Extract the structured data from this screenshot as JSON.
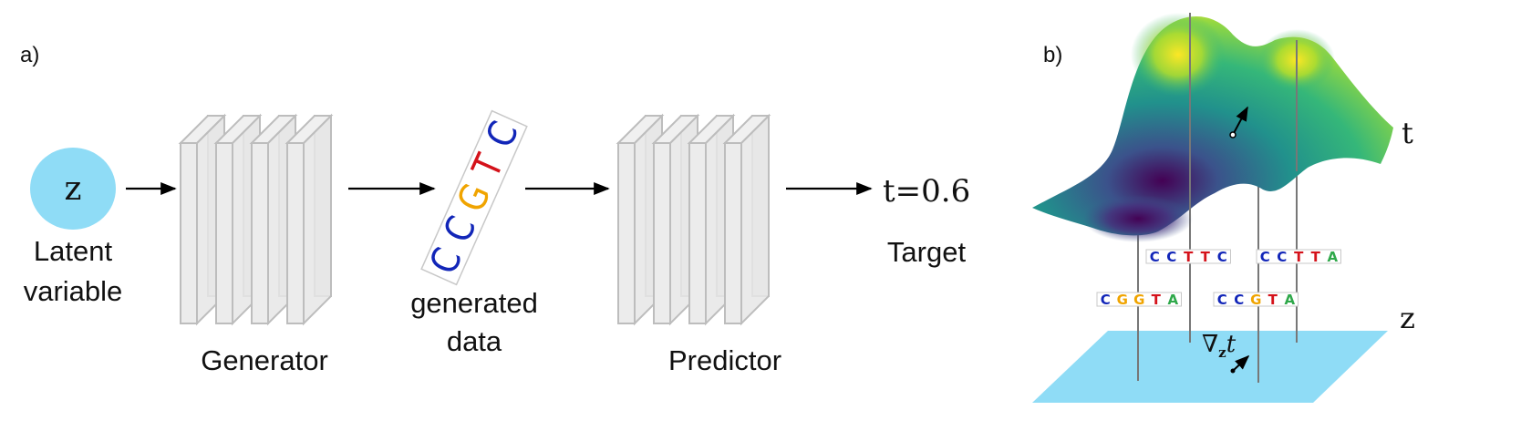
{
  "panel_a": {
    "label": "a)",
    "latent_symbol": "z",
    "latent_label_line1": "Latent",
    "latent_label_line2": "variable",
    "generator_label": "Generator",
    "generated_label_line1": "generated",
    "generated_label_line2": "data",
    "generated_sequence": [
      "C",
      "C",
      "G",
      "T",
      "C"
    ],
    "predictor_label": "Predictor",
    "target_value": "t=0.6",
    "target_label": "Target"
  },
  "panel_b": {
    "label": "b)",
    "t_axis": "t",
    "z_axis": "z",
    "gradient_label": "∇zt",
    "gradient_base": "∇",
    "gradient_sub": "z",
    "gradient_var": "t",
    "sequences": [
      [
        "C",
        "C",
        "T",
        "T",
        "C"
      ],
      [
        "C",
        "C",
        "T",
        "T",
        "A"
      ],
      [
        "C",
        "G",
        "G",
        "T",
        "A"
      ],
      [
        "C",
        "C",
        "G",
        "T",
        "A"
      ]
    ]
  },
  "colors": {
    "latent_circle": "#8fdcf6",
    "z_plane": "#8fdcf6",
    "layer_fill": "#ececec",
    "layer_stroke": "#bdbdbd",
    "base_C": "#1226b8",
    "base_G": "#f0a400",
    "base_T": "#d4121a",
    "base_A": "#2fa84a",
    "surface_low": "#440154",
    "surface_mid": "#21918c",
    "surface_high": "#fde725"
  }
}
